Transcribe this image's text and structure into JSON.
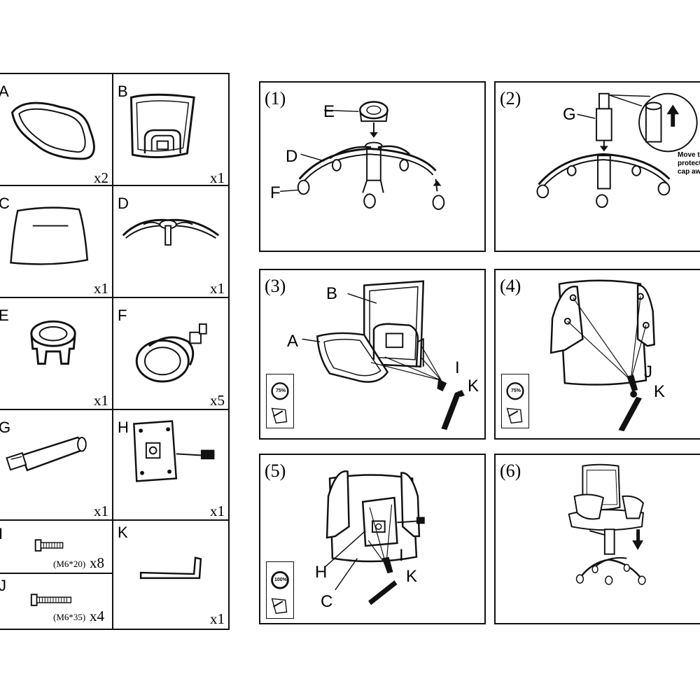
{
  "parts": [
    {
      "letter": "A",
      "qty": "x2"
    },
    {
      "letter": "B",
      "qty": "x1"
    },
    {
      "letter": "C",
      "qty": "x1"
    },
    {
      "letter": "D",
      "qty": "x1"
    },
    {
      "letter": "E",
      "qty": "x1"
    },
    {
      "letter": "F",
      "qty": "x5"
    },
    {
      "letter": "G",
      "qty": "x1"
    },
    {
      "letter": "H",
      "qty": "x1"
    },
    {
      "letter": "I",
      "spec": "(M6*20)",
      "qty": "x8"
    },
    {
      "letter": "J",
      "spec": "(M6*35)",
      "qty": "x4"
    },
    {
      "letter": "K",
      "qty": "x1"
    }
  ],
  "steps": [
    {
      "number": "(1)",
      "labels": [
        "E",
        "D",
        "F"
      ]
    },
    {
      "number": "(2)",
      "labels": [
        "G"
      ],
      "note": "Move the\nprotective\ncap away"
    },
    {
      "number": "(3)",
      "labels": [
        "B",
        "A",
        "I",
        "K"
      ],
      "torque": "75%"
    },
    {
      "number": "(4)",
      "labels": [
        "J",
        "K"
      ],
      "torque": "75%"
    },
    {
      "number": "(5)",
      "labels": [
        "H",
        "I",
        "C",
        "K"
      ],
      "torque": "100%"
    },
    {
      "number": "(6)",
      "labels": []
    }
  ]
}
